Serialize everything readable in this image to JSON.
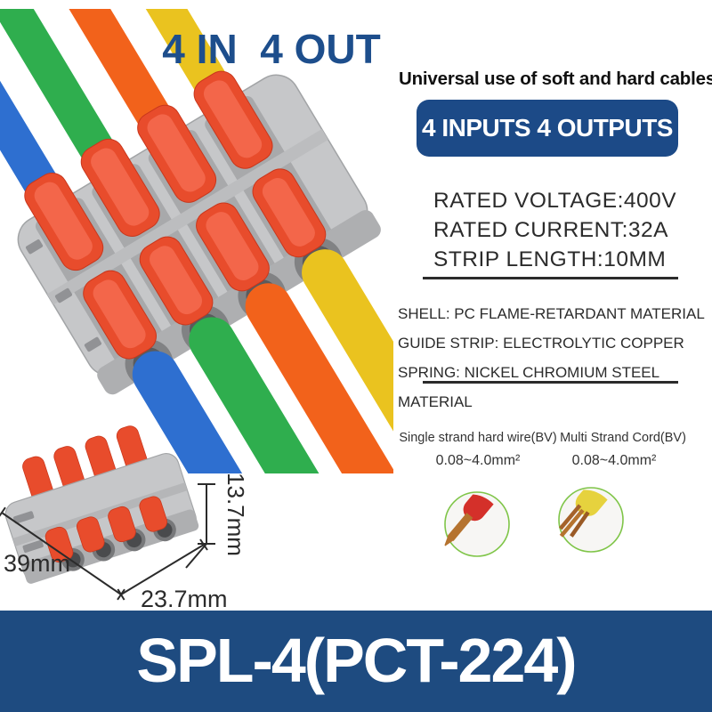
{
  "title": "4 IN  4 OUT",
  "subtitle": "Universal use of soft and hard cables",
  "badge": {
    "label": "4 INPUTS 4 OUTPUTS"
  },
  "specs": {
    "lines": [
      "RATED VOLTAGE:400V",
      "RATED CURRENT:32A",
      "STRIP LENGTH:10MM"
    ]
  },
  "materials": {
    "lines": [
      "SHELL: PC FLAME-RETARDANT MATERIAL",
      "GUIDE STRIP: ELECTROLYTIC COPPER",
      "SPRING: NICKEL CHROMIUM STEEL MATERIAL"
    ]
  },
  "wire_types": [
    {
      "label": "Single strand hard wire(BV)",
      "size": "0.08~4.0mm²",
      "photo": "single-strand-copper-core-red-wire"
    },
    {
      "label": "Multi Strand Cord(BV)",
      "size": "0.08~4.0mm²",
      "photo": "multi-strand-copper-core-yellow-wire"
    }
  ],
  "dimensions": {
    "width": "39mm",
    "depth": "23.7mm",
    "height": "13.7mm"
  },
  "banner": {
    "label": "SPL-4(PCT-224)"
  },
  "colors": {
    "brand_blue": "#1d4e8c",
    "badge_blue": "#1c4a87",
    "banner_blue": "#1e4b80",
    "text_dark": "#2b2b2b",
    "lever_red": "#e84c2c",
    "lever_highlight": "#f3664a",
    "body_gray": "#c6c7c9",
    "wire_blue": "#2e6fd0",
    "wire_green": "#2fae4e",
    "wire_orange": "#f2621b",
    "wire_yellow": "#eac31f",
    "circle_border": "#7fc548",
    "insulation_red": "#d4302a",
    "insulation_yellow": "#e6d23e",
    "copper": "#b5732f"
  }
}
